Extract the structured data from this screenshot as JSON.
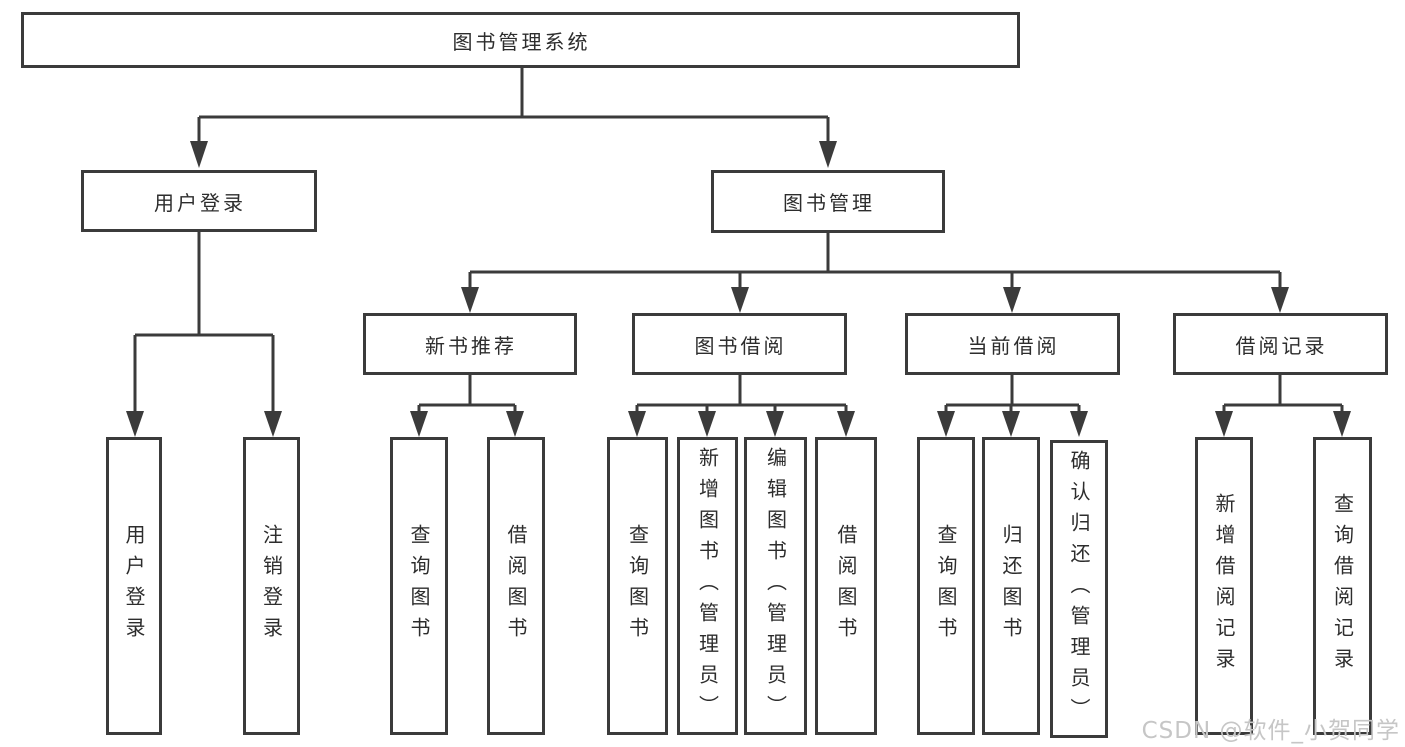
{
  "diagram": {
    "root": {
      "label": "图书管理系统"
    },
    "level2": [
      {
        "label": "用户登录"
      },
      {
        "label": "图书管理"
      }
    ],
    "level3": [
      {
        "label": "新书推荐"
      },
      {
        "label": "图书借阅"
      },
      {
        "label": "当前借阅"
      },
      {
        "label": "借阅记录"
      }
    ],
    "leaves": {
      "userLogin": [
        {
          "label": "用户登录"
        },
        {
          "label": "注销登录"
        }
      ],
      "newBook": [
        {
          "label": "查询图书"
        },
        {
          "label": "借阅图书"
        }
      ],
      "bookBorrow": [
        {
          "label": "查询图书"
        },
        {
          "label": "新增图书（管理员）"
        },
        {
          "label": "编辑图书（管理员）"
        },
        {
          "label": "借阅图书"
        }
      ],
      "currentBorrow": [
        {
          "label": "查询图书"
        },
        {
          "label": "归还图书"
        },
        {
          "label": "确认归还（管理员）"
        }
      ],
      "borrowRecords": [
        {
          "label": "新增借阅记录"
        },
        {
          "label": "查询借阅记录"
        }
      ]
    }
  },
  "watermark": {
    "text": "CSDN @软件_小贺同学"
  },
  "colors": {
    "line": "#3b3b3b",
    "text": "#2d2d2d",
    "background": "#ffffff",
    "watermark": "#c6c6c6"
  }
}
